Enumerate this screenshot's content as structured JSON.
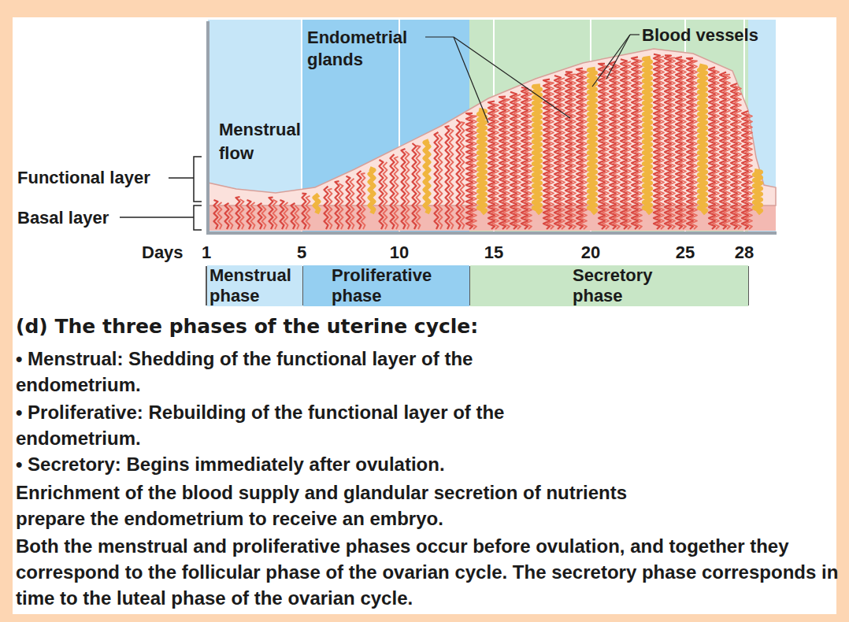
{
  "diagram": {
    "title": "(d) The three phases of the uterine cycle:",
    "caption": "Both the menstrual and proliferative phases occur before ovulation, and together they correspond to the follicular phase of the ovarian cycle. The secretory phase corresponds in time to the luteal phase of the ovarian cycle.",
    "nodes": [
      {
        "text": [
          "Menstrual phase"
        ]
      },
      {
        "text": [
          "Proliferative phase"
        ]
      },
      {
        "text": [
          "Secretory phase"
        ]
      }
    ],
    "labels": [
      "Endometrial glands",
      "Blood vessels",
      "Menstrual flow",
      "Functional layer",
      "Basal layer",
      "Days",
      "1",
      "5",
      "10",
      "15",
      "20",
      "25",
      "28",
      "• Menstrual: Shedding of the functional layer of the endometrium.",
      "• Proliferative: Rebuilding of the functional layer of the endometrium.",
      "• Secretory: Begins immediately after ovulation.",
      "Enrichment of the blood supply and glandular secretion of nutrients prepare the endometrium to receive an embryo."
    ]
  }
}
